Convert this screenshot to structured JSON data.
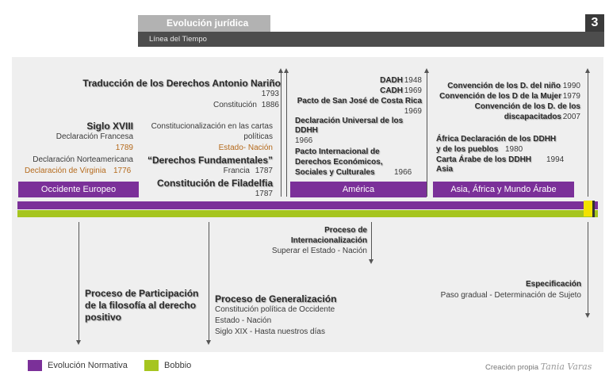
{
  "header": {
    "title": "Evolución jurídica",
    "subtitle": "Línea del Tiempo",
    "slide_number": "3"
  },
  "col1": {
    "siglo": "Siglo XVIII",
    "decl_francesa": "Declaración Francesa",
    "y1789": "1789",
    "decl_norte": "Declaración Norteamericana",
    "decl_virginia": "Declaración de Virginia",
    "y1776": "1776"
  },
  "top": {
    "narino": "Traducción  de los Derechos Antonio Nariño",
    "y1793": "1793",
    "constitucion": "Constitución",
    "y1886": "1886"
  },
  "col2": {
    "constitucionalizacion_1": "Constitucionalización en las cartas",
    "constitucionalizacion_2": "políticas",
    "estado_nacion": "Estado- Nación",
    "derechos_fund": "“Derechos Fundamentales”",
    "francia": "Francia",
    "y1787a": "1787",
    "filadelfia": "Constitución de Filadelfia",
    "y1787b": "1787"
  },
  "col3": {
    "dadh": "DADH",
    "y1948": "1948",
    "cadh": "CADH",
    "y1969a": "1969",
    "pacto_sj": "Pacto de San José de Costa Rica",
    "y1969b": "1969",
    "dudh_1": "Declaración Universal de los",
    "dudh_2": "DDHH",
    "y1966a": "1966",
    "pidesc_1": "Pacto Internacional de",
    "pidesc_2": "Derechos Económicos,",
    "pidesc_3": "Sociales y Culturales",
    "y1966b": "1966"
  },
  "col4": {
    "conv_nino": "Convención de los D. del niño",
    "y1990": "1990",
    "conv_mujer": "Convención de los D de la Mujer",
    "y1979": "1979",
    "conv_disc_1": "Convención de los D. de los",
    "conv_disc_2": "discapacitados",
    "y2007": "2007",
    "africa_1": "África Declaración de los DDHH",
    "africa_2": "y de los pueblos",
    "y1980": "1980",
    "arabe_1": "Carta Árabe de los DDHH",
    "y1994": "1994",
    "arabe_2": "Asia"
  },
  "regions": {
    "occidente": "Occidente Europeo",
    "america": "América",
    "asia": "Asia, África y Mundo Árabe"
  },
  "bottom": {
    "participacion_1": "Proceso de Participación",
    "participacion_2": "de la filosofía al derecho",
    "participacion_3": "positivo",
    "generalizacion": "Proceso de Generalización",
    "gen_1": "Constitución política de Occidente",
    "gen_2": "Estado - Nación",
    "gen_3": "Siglo XIX - Hasta nuestros días",
    "inter_1": "Proceso de",
    "inter_2": "Internacionalización",
    "inter_3": "Superar el Estado - Nación",
    "espec": "Especificación",
    "espec_sub": "Paso gradual - Determinación de Sujeto"
  },
  "legend": {
    "normativa": "Evolución Normativa",
    "bobbio": "Bobbio",
    "credit": "Creación propia",
    "signature": "Tania Varas"
  },
  "colors": {
    "purple": "#7b3099",
    "green": "#a6c51f",
    "yellow": "#f3e200",
    "orange": "#b56a1c"
  }
}
